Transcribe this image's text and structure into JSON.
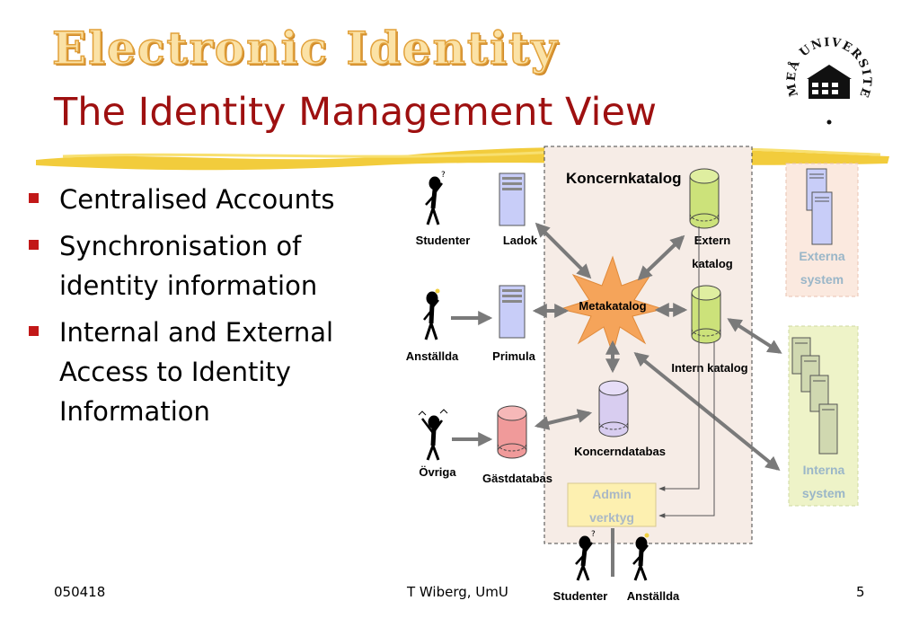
{
  "header": {
    "supertitle": "Electronic Identity",
    "title": "The Identity Management View"
  },
  "bullets": [
    {
      "text": "Centralised Accounts"
    },
    {
      "text": "Synchronisation of identity information"
    },
    {
      "text": "Internal and External Access to Identity Information"
    }
  ],
  "logo": {
    "text": "UMEÅ UNIVERSITET"
  },
  "diagram": {
    "koncern_label": "Koncernkatalog",
    "nodes": {
      "studenter": "Studenter",
      "ladok": "Ladok",
      "anstallda": "Anställda",
      "primula": "Primula",
      "ovriga": "Övriga",
      "gastdatabas": "Gästdatabas",
      "metakatalog": "Metakatalog",
      "extern_katalog_1": "Extern",
      "extern_katalog_2": "katalog",
      "intern_katalog": "Intern katalog",
      "koncerndatabas": "Koncerndatabas",
      "admin_1": "Admin",
      "admin_2": "verktyg",
      "externa_1": "Externa",
      "externa_2": "system",
      "interna_1": "Interna",
      "interna_2": "system",
      "bottom_studenter": "Studenter",
      "bottom_anstallda": "Anställda"
    },
    "colors": {
      "koncern_bg": "#f6ece6",
      "green_cyl": "#cce27a",
      "purple_cyl": "#d8cdf0",
      "red_cyl": "#f09a9a",
      "server_blue": "#c8cdf8",
      "meta_star": "#f5a45a",
      "admin_box": "#fdf0b0",
      "externa_bg": "#fbe9df",
      "interna_bg": "#eef3c8"
    }
  },
  "footer": {
    "date": "050418",
    "author": "T Wiberg, UmU",
    "page": "5"
  }
}
